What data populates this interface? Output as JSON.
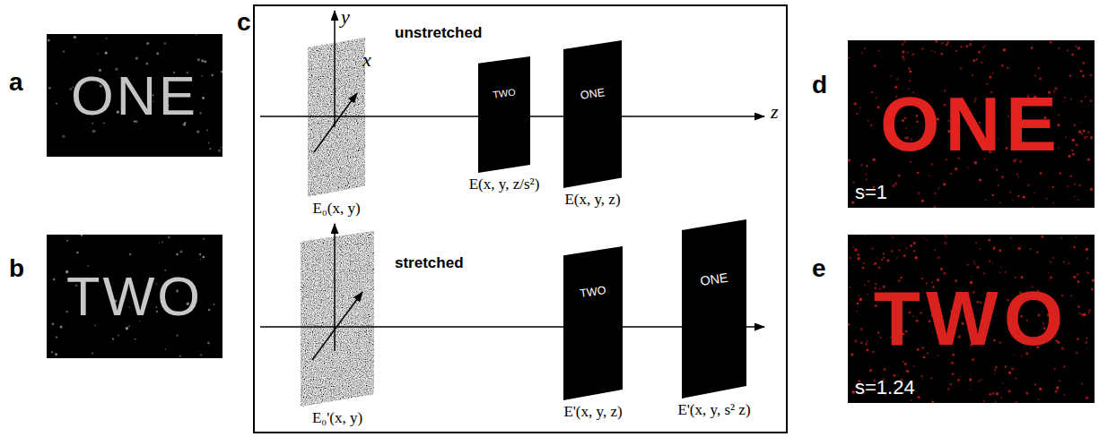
{
  "diagram": {
    "nodes": [
      {
        "text": [
          "a",
          "ONE"
        ]
      },
      {
        "text": [
          "b",
          "TWO"
        ]
      },
      {
        "text": [
          "c"
        ]
      },
      {
        "text": [
          "E₀(x, y)"
        ],
        "in": 2
      },
      {
        "text": [
          "TWO",
          "E(x, y, z/s²)"
        ],
        "in": 2
      },
      {
        "text": [
          "ONE",
          "E(x, y, z)"
        ],
        "in": 2
      },
      {
        "text": [
          "E₀'(x, y)"
        ],
        "in": 2
      },
      {
        "text": [
          "TWO",
          "E'(x, y, z)"
        ],
        "in": 2
      },
      {
        "text": [
          "ONE",
          "E'(x, y, s² z)"
        ],
        "in": 2
      },
      {
        "text": [
          "d",
          "ONE",
          "s=1"
        ]
      },
      {
        "text": [
          "e",
          "TWO",
          "s=1.24"
        ]
      }
    ],
    "labels": [
      "y",
      "x",
      "unstretched",
      "z",
      "stretched"
    ]
  }
}
